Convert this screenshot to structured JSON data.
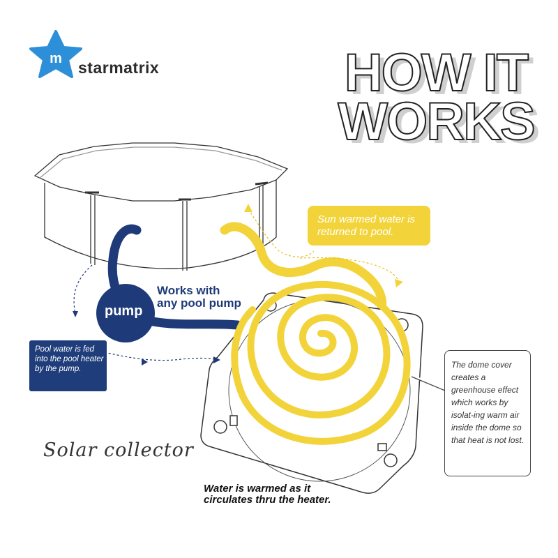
{
  "brand": {
    "name": "starmatrix",
    "logo_letter": "m"
  },
  "title": {
    "line1": "HOW IT",
    "line2": "WORKS"
  },
  "labels": {
    "pump": "pump",
    "works_with_line1": "Works with",
    "works_with_line2": "any pool pump",
    "sun_warmed": "Sun warmed water is returned to pool.",
    "pool_water": "Pool water is fed into the pool heater by the pump.",
    "dome_cover": "The dome cover creates a greenhouse effect which works by isolat-ing warm air inside the dome so that heat is not lost.",
    "solar_collector": "Solar collector",
    "water_warmed": "Water is warmed as it circulates thru the heater."
  },
  "colors": {
    "brand_blue": "#2d8fd8",
    "hose_blue": "#1e3a78",
    "sun_yellow": "#f2d43a",
    "line_dark": "#333333"
  }
}
